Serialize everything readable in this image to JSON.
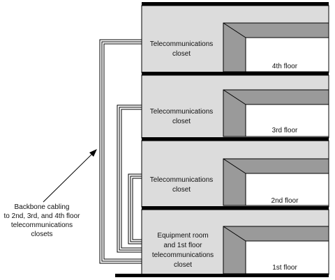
{
  "diagram": {
    "colors": {
      "closet_fill": "#dcdcdc",
      "room_wall_fill": "#9a9a9a",
      "slab": "#000000",
      "line": "#000000"
    },
    "floors": [
      {
        "floor_label": "4th floor",
        "closet_lines": [
          "Telecommunications",
          "closet"
        ]
      },
      {
        "floor_label": "3rd floor",
        "closet_lines": [
          "Telecommunications",
          "closet"
        ]
      },
      {
        "floor_label": "2nd floor",
        "closet_lines": [
          "Telecommunications",
          "closet"
        ]
      },
      {
        "floor_label": "1st floor",
        "closet_lines": [
          "Equipment room",
          "and 1st floor",
          "telecommunications",
          "closet"
        ]
      }
    ],
    "callout": {
      "lines": [
        "Backbone cabling",
        "to 2nd, 3rd, and 4th floor",
        "telecommunications",
        "closets"
      ]
    }
  }
}
